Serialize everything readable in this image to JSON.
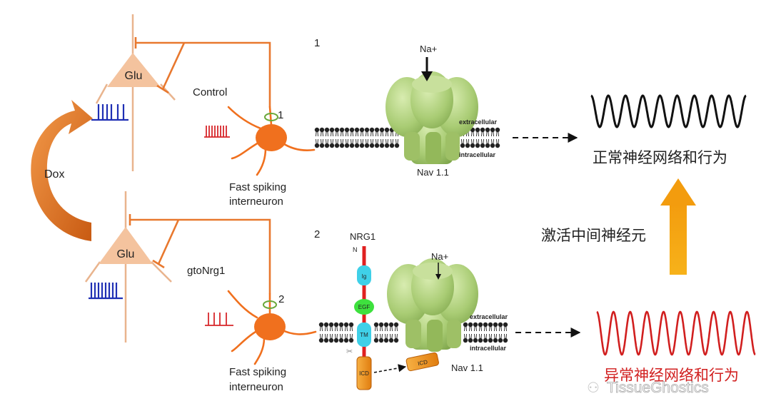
{
  "labels": {
    "glu_top": "Glu",
    "glu_bottom": "Glu",
    "dox": "Dox",
    "control": "Control",
    "gtonrg1": "gtoNrg1",
    "marker1_small": "1",
    "marker2_small": "2",
    "panel1": "1",
    "panel2": "2",
    "fs_top_line1": "Fast spiking",
    "fs_top_line2": "interneuron",
    "fs_bottom_line1": "Fast spiking",
    "fs_bottom_line2": "interneuron",
    "na_top": "Na+",
    "na_bottom": "Na+",
    "extracellular_top": "extracellular",
    "intracellular_top": "intracellular",
    "extracellular_bottom": "extracellular",
    "intracellular_bottom": "intracellular",
    "nav_top": "Nav 1.1",
    "nav_bottom": "Nav 1.1",
    "nrg1": "NRG1",
    "n_term": "N",
    "ig": "Ig",
    "egf": "EGF",
    "tm": "TM",
    "icd": "ICD",
    "icd_free": "ICD",
    "normal_network": "正常神经网络和行为",
    "abnormal_network": "异常神经网络和行为",
    "activate": "激活中间神经元",
    "watermark": "TissueGhostics"
  },
  "colors": {
    "neuron_body": "#f4c39e",
    "neuron_line": "#e9b48e",
    "interneuron": "#f0701e",
    "axon": "#e8782e",
    "spikes_blue": "#1f2fb4",
    "spikes_red": "#d7262a",
    "channel_green": "#a9cc74",
    "wave_black": "#111111",
    "wave_red": "#d11f1f",
    "arrow_orange": "#f5a911",
    "dox_arrow": "#e77422"
  }
}
